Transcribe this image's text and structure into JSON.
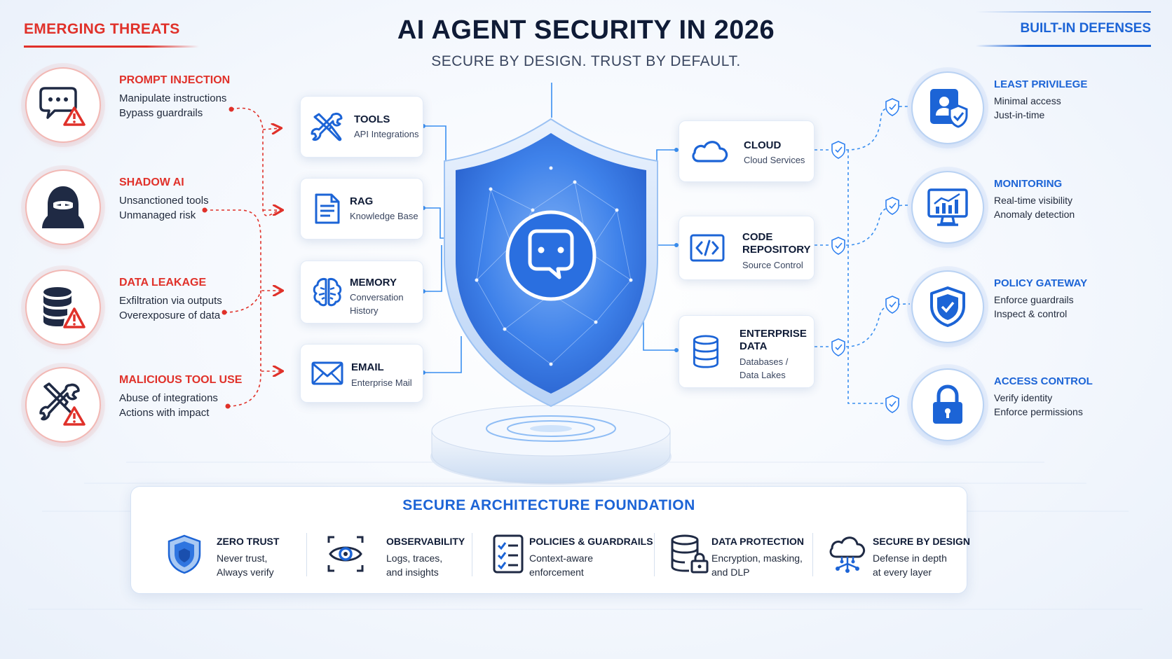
{
  "header": {
    "left_label": "EMERGING THREATS",
    "right_label": "BUILT-IN DEFENSES",
    "title": "AI AGENT SECURITY IN 2026",
    "subtitle": "SECURE BY DESIGN. TRUST BY DEFAULT."
  },
  "threats": [
    {
      "title": "PROMPT INJECTION",
      "line1": "Manipulate instructions",
      "line2": "Bypass guardrails",
      "icon": "chat-warning-icon"
    },
    {
      "title": "SHADOW AI",
      "line1": "Unsanctioned tools",
      "line2": "Unmanaged risk",
      "icon": "hooded-figure-icon"
    },
    {
      "title": "DATA LEAKAGE",
      "line1": "Exfiltration via outputs",
      "line2": "Overexposure of data",
      "icon": "database-warning-icon"
    },
    {
      "title": "MALICIOUS TOOL USE",
      "line1": "Abuse of integrations",
      "line2": "Actions with impact",
      "icon": "tools-warning-icon"
    }
  ],
  "left_resources": [
    {
      "title": "TOOLS",
      "sub1": "API Integrations",
      "sub2": "",
      "icon": "tools-icon"
    },
    {
      "title": "RAG",
      "sub1": "Knowledge Base",
      "sub2": "",
      "icon": "document-icon"
    },
    {
      "title": "MEMORY",
      "sub1": "Conversation",
      "sub2": "History",
      "icon": "brain-icon"
    },
    {
      "title": "EMAIL",
      "sub1": "Enterprise Mail",
      "sub2": "",
      "icon": "envelope-icon"
    }
  ],
  "right_resources": [
    {
      "title1": "CLOUD",
      "title2": "",
      "sub1": "Cloud Services",
      "sub2": "",
      "icon": "cloud-icon"
    },
    {
      "title1": "CODE",
      "title2": "REPOSITORY",
      "sub1": "Source Control",
      "sub2": "",
      "icon": "code-icon"
    },
    {
      "title1": "ENTERPRISE",
      "title2": "DATA",
      "sub1": "Databases /",
      "sub2": "Data Lakes",
      "icon": "database-icon"
    }
  ],
  "defenses": [
    {
      "title": "LEAST PRIVILEGE",
      "line1": "Minimal access",
      "line2": "Just-in-time",
      "icon": "user-shield-icon"
    },
    {
      "title": "MONITORING",
      "line1": "Real-time visibility",
      "line2": "Anomaly detection",
      "icon": "monitor-chart-icon"
    },
    {
      "title": "POLICY GATEWAY",
      "line1": "Enforce guardrails",
      "line2": "Inspect & control",
      "icon": "shield-check-icon"
    },
    {
      "title": "ACCESS CONTROL",
      "line1": "Verify identity",
      "line2": "Enforce permissions",
      "icon": "padlock-icon"
    }
  ],
  "foundation": {
    "title": "SECURE ARCHITECTURE FOUNDATION",
    "items": [
      {
        "title": "ZERO TRUST",
        "line1": "Never trust,",
        "line2": "Always verify",
        "icon": "shield-icon"
      },
      {
        "title": "OBSERVABILITY",
        "line1": "Logs, traces,",
        "line2": "and insights",
        "icon": "eye-icon"
      },
      {
        "title": "POLICIES & GUARDRAILS",
        "line1": "Context-aware",
        "line2": "enforcement",
        "icon": "checklist-icon"
      },
      {
        "title": "DATA PROTECTION",
        "line1": "Encryption, masking,",
        "line2": "and DLP",
        "icon": "database-lock-icon"
      },
      {
        "title": "SECURE BY DESIGN",
        "line1": "Defense in depth",
        "line2": "at every layer",
        "icon": "cloud-network-icon"
      }
    ]
  },
  "colors": {
    "threat_red": "#e0312a",
    "defense_blue": "#1c64d6",
    "dark_text": "#0f1b36"
  }
}
